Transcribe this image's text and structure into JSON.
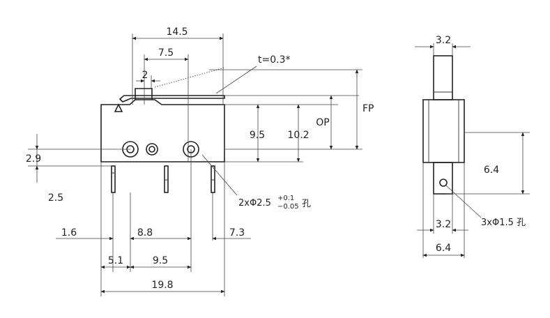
{
  "dimensions": {
    "overall_height": "14.5",
    "lever_pivot": "7.5",
    "lever_tip": "2",
    "thickness": "t=0.3*",
    "fp": "FP",
    "op": "OP",
    "h_9_5": "9.5",
    "h_10_2": "10.2",
    "v_2_9": "2.9",
    "v_2_5": "2.5",
    "hole_note": "2xΦ2.5",
    "hole_tol_plus": "+0.1",
    "hole_tol_minus": "−0.05",
    "hole_suffix": "孔",
    "pin_1_6": "1.6",
    "pin_8_8": "8.8",
    "pin_7_3": "7.3",
    "pin_5_1": "5.1",
    "pin_9_5": "9.5",
    "overall_width": "19.8",
    "side_top": "3.2",
    "side_6_4_v": "6.4",
    "side_pin_hole": "3xΦ1.5 孔",
    "side_bottom_3_2": "3.2",
    "side_bottom_6_4": "6.4"
  }
}
